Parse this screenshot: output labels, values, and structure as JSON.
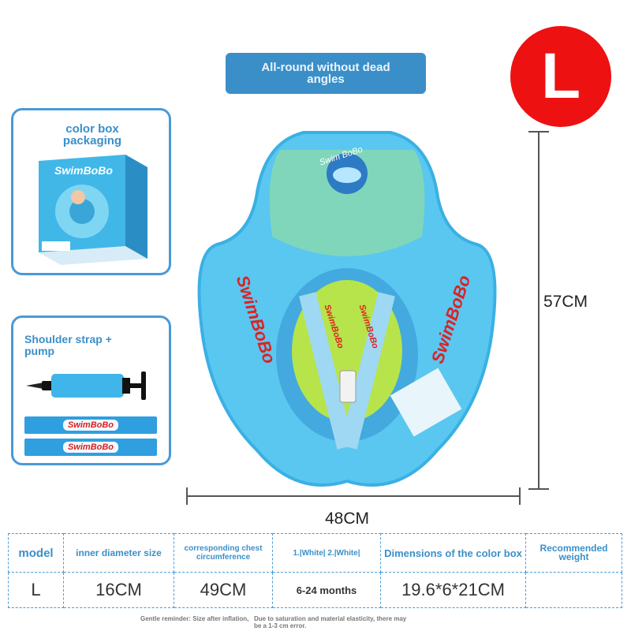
{
  "banner": {
    "text": "All-round without dead angles"
  },
  "size_badge": "L",
  "color_box": {
    "title": "color box packaging",
    "brand": "SwimBoBo"
  },
  "accessories": {
    "title": "Shoulder strap + pump",
    "strap_brand_1": "SwimBoBo",
    "strap_brand_2": "SwimBoBo"
  },
  "product": {
    "brand_left": "SwimBoBo",
    "brand_right": "SwimBoBo",
    "brand_top": "Swim BoBo",
    "strap_text_1": "SwimBoBo",
    "strap_text_2": "SwimBoBo"
  },
  "dimensions": {
    "height": "57CM",
    "width": "48CM"
  },
  "table": {
    "headers": [
      "model",
      "inner diameter size",
      "corresponding chest circumference",
      "1.|White| 2.|White|",
      "Dimensions of the color box",
      "Recommended weight"
    ],
    "values": [
      "L",
      "16CM",
      "49CM",
      "6-24 months",
      "19.6*6*21CM",
      ""
    ]
  },
  "footer": {
    "note_1": "Gentle reminder: Size after inflation,",
    "note_2": "Due to saturation and material elasticity, there may be a 1-3 cm error."
  },
  "colors": {
    "accent": "#3b8fc8",
    "badge": "#ee1111",
    "float": "#4fc0ec"
  }
}
